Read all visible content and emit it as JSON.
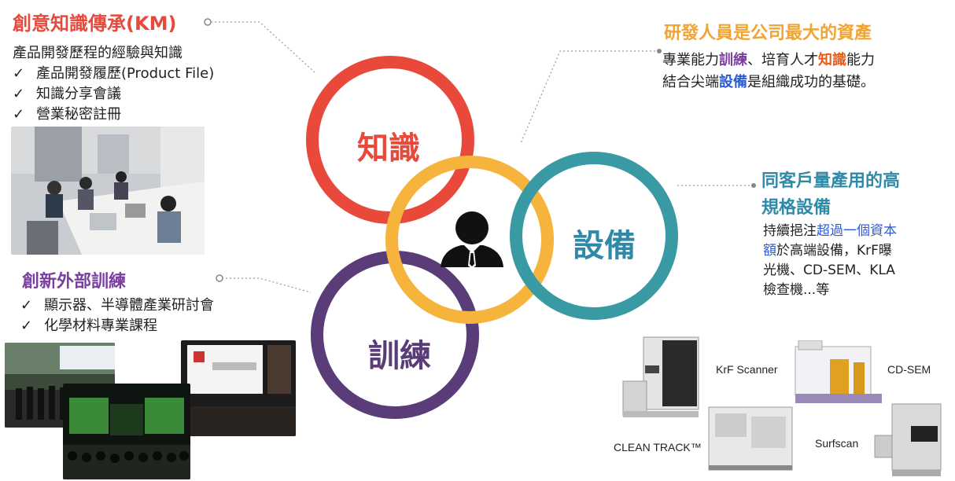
{
  "km": {
    "title": "創意知識傳承(KM)",
    "subtitle": "產品開發歷程的經驗與知識",
    "items": [
      "產品開發履歷(Product File)",
      "知識分享會議",
      "營業秘密註冊"
    ]
  },
  "training": {
    "title": "創新外部訓練",
    "items": [
      "顯示器、半導體產業研討會",
      "化學材料專業課程"
    ]
  },
  "people": {
    "title": "研發人員是公司最大的資產",
    "line1": {
      "a": "專業能力",
      "b": "訓練",
      "c": "、培育人才",
      "d": "知識",
      "e": "能力"
    },
    "line2": {
      "a": "結合尖端",
      "b": "設備",
      "c": "是組織成功的基礎。"
    }
  },
  "equipment": {
    "title_line1": "同客戶量產用的高",
    "title_line2": "規格設備",
    "desc": [
      {
        "a": "持續挹注",
        "b": "超過一個資本"
      },
      {
        "a": "額",
        "b": "於高端設備，KrF曝"
      },
      {
        "a": "光機、CD-SEM、KLA",
        "b": ""
      },
      {
        "a": "檢查機...等",
        "b": ""
      }
    ],
    "labels": {
      "krf": "KrF Scanner",
      "cdsem": "CD-SEM",
      "cleantrack": "CLEAN TRACK™",
      "surfscan": "Surfscan"
    }
  },
  "circles": {
    "knowledge": "知識",
    "equipment": "設備",
    "training": "訓練"
  },
  "colors": {
    "red": "#e8493b",
    "orange": "#f6b43c",
    "teal": "#3a9aa3",
    "purple": "#5a3d78",
    "km_title": "#e8493b",
    "training_title": "#7b3fa0",
    "people_title": "#f0a431",
    "equip_title": "#2f8aa8"
  }
}
